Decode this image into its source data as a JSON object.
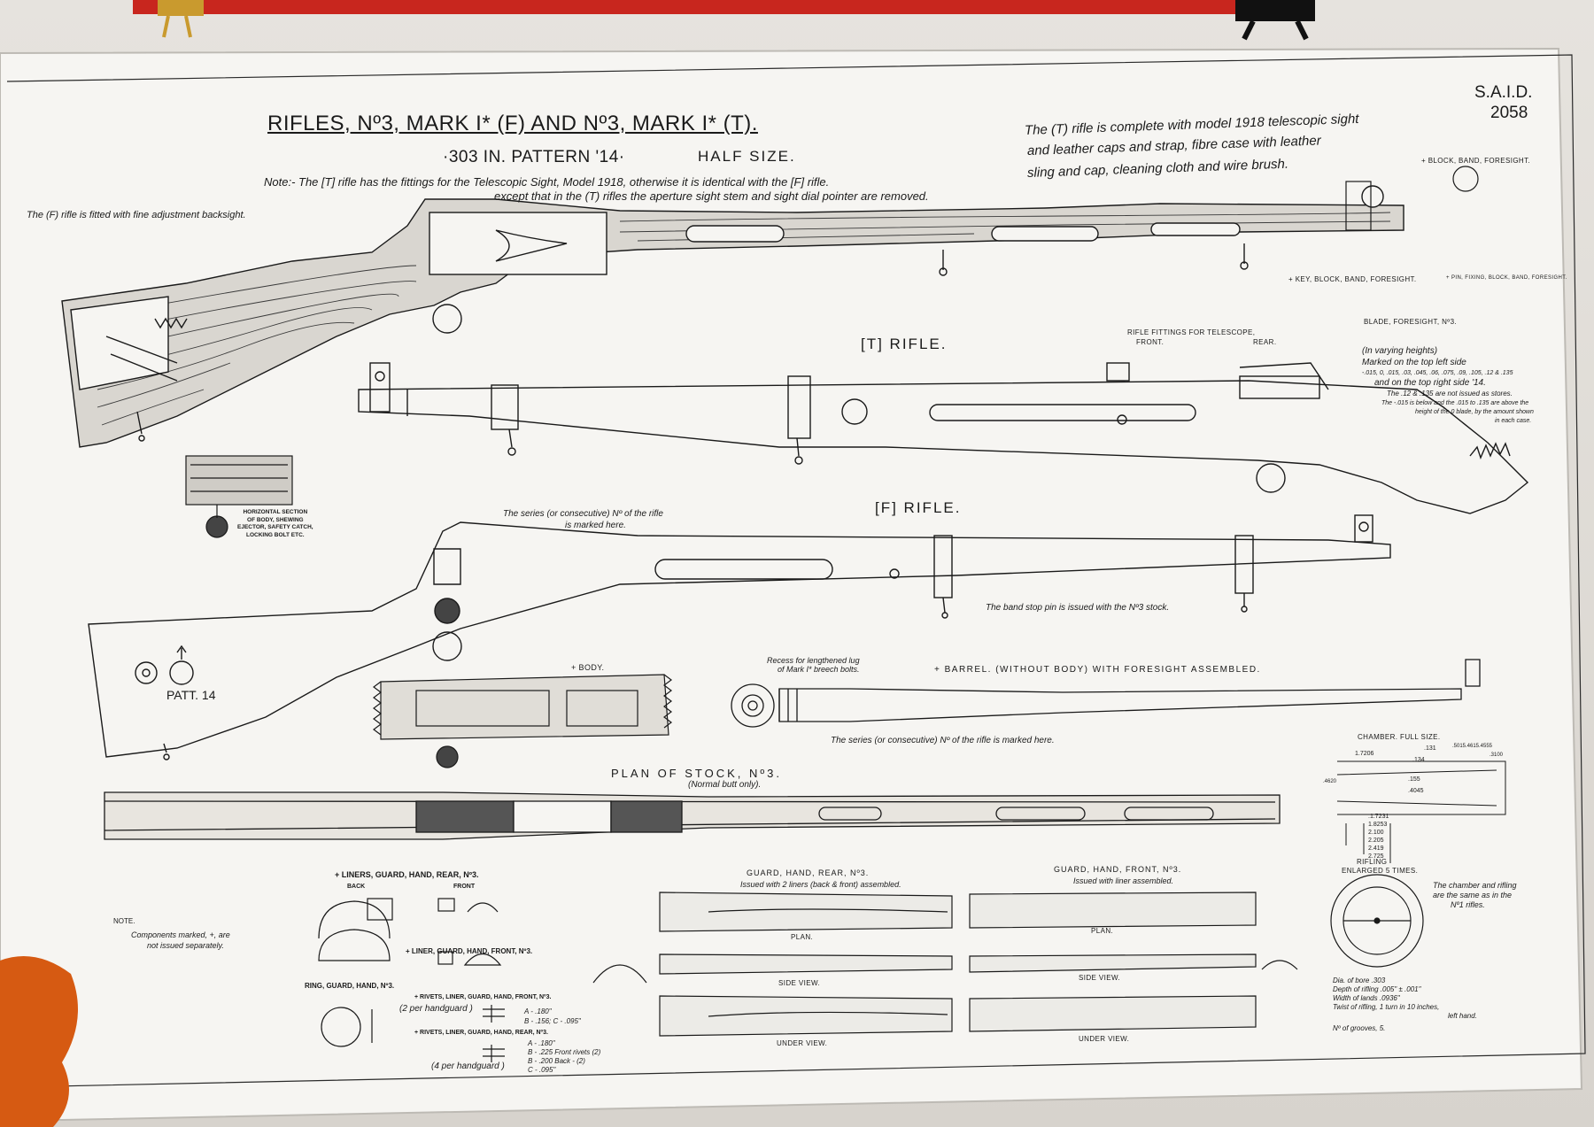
{
  "drawing": {
    "number_prefix": "S.A.I.D.",
    "number": "2058",
    "title": "RIFLES, Nº3, MARK I* (F) AND Nº3, MARK I* (T).",
    "subtitle": "·303 IN. PATTERN '14·",
    "scale": "HALF SIZE.",
    "note_line1": "Note:- The [T] rifle has the fittings for the Telescopic Sight, Model 1918, otherwise it is identical with the [F] rifle.",
    "note_line2": "except that in the (T) rifles the aperture sight stem and sight dial pointer are removed.",
    "t_rifle_desc_line1": "The (T) rifle is complete with model 1918 telescopic sight",
    "t_rifle_desc_line2": "and leather caps and strap, fibre case with leather",
    "t_rifle_desc_line3": "sling and cap, cleaning cloth and wire brush.",
    "f_rifle_note": "The (F) rifle is fitted with fine adjustment backsight."
  },
  "labels": {
    "block_band_foresight": "+ BLOCK, BAND, FORESIGHT.",
    "key_block": "+ KEY, BLOCK, BAND, FORESIGHT.",
    "pin_fixing": "+ PIN, FIXING, BLOCK, BAND, FORESIGHT.",
    "blade_foresight": "BLADE, FORESIGHT, Nº3.",
    "blade_heights": [
      "(In varying heights)",
      "Marked on the top left side",
      "-.015, 0, .015, .03, .045, .06, .075, .09, .105, .12 & .135",
      "and on the top right side '14.",
      "The .12 & .135 are not issued as stores.",
      "The -.015 is below and the .015 to .135 are above the",
      "height of the 0 blade, by the amount shown",
      "in each case."
    ],
    "t_rifle": "[T] RIFLE.",
    "f_rifle": "[F] RIFLE.",
    "fittings_title": "RIFLE FITTINGS FOR TELESCOPE,",
    "fittings_front": "FRONT.",
    "fittings_rear": "REAR.",
    "horizontal_section": [
      "HORIZONTAL SECTION",
      "OF BODY, SHEWING",
      "EJECTOR, SAFETY CATCH,",
      "LOCKING BOLT ETC."
    ],
    "serial_note": [
      "The series (or consecutive) Nº of the rifle",
      "is marked here."
    ],
    "band_stop_note": "The band stop pin is issued with the Nº3 stock.",
    "body": "+ BODY.",
    "recess_note": [
      "Recess for lengthened lug",
      "of Mark I* breech bolts."
    ],
    "barrel": "+ BARREL. (WITHOUT BODY) WITH FORESIGHT ASSEMBLED.",
    "barrel_serial_note": "The series (or consecutive) Nº of the rifle is marked here.",
    "patt": "PATT. 14",
    "plan_of_stock": "PLAN OF STOCK, Nº3.",
    "normal_butt": "(Normal butt only).",
    "chamber": "CHAMBER. FULL SIZE.",
    "chamber_dims": [
      "1.7206",
      ".131",
      ".134",
      ".155",
      ".4045",
      ".1.7231",
      "1.8253",
      "2.100",
      "2.205",
      "2.419",
      "2.725",
      ".5015",
      ".4615",
      ".4555",
      ".3100",
      ".4620"
    ],
    "rifling": "RIFLING",
    "rifling_enlarged": "ENLARGED 5 TIMES.",
    "rifling_note": [
      "The chamber and rifling",
      "are the same as in the",
      "Nº1 rifles."
    ],
    "rifling_specs": [
      "Dia. of bore .303",
      "Depth of rifling .005\" ± .001\"",
      "Width of lands .0936\"",
      "Twist of rifling, 1 turn in 10 inches,",
      "left hand.",
      "Nº of grooves, 5."
    ],
    "liners_rear": "+ LINERS, GUARD, HAND, REAR, Nº3.",
    "back": "BACK",
    "front": "FRONT",
    "note_heading": "NOTE.",
    "components_note": [
      "Components marked, +, are",
      "not issued separately."
    ],
    "liner_front": "+ LINER, GUARD, HAND, FRONT, Nº3.",
    "ring_guard": "RING, GUARD, HAND, Nº3.",
    "rivets_front": "+ RIVETS, LINER, GUARD, HAND, FRONT, Nº3.",
    "per_handguard_2": "(2 per handguard )",
    "rivets_front_dims": [
      "A - .180\"",
      "B - .156; C - .095\""
    ],
    "rivets_rear": "+ RIVETS, LINER, GUARD, HAND, REAR, Nº3.",
    "rivets_rear_dims": [
      "A - .180\"",
      "B - .225 Front rivets (2)",
      "B - .200 Back - (2)",
      "C - .095\""
    ],
    "per_handguard_4": "(4 per handguard )",
    "guard_rear": "GUARD, HAND, REAR, Nº3.",
    "guard_rear_note": "Issued with 2 liners (back & front) assembled.",
    "guard_front": "GUARD, HAND, FRONT, Nº3.",
    "guard_front_note": "Issued with liner assembled.",
    "plan": "PLAN.",
    "side_view": "SIDE VIEW.",
    "under_view": "UNDER VIEW."
  },
  "colors": {
    "paper": "#f6f5f2",
    "ink": "#1a1a1a",
    "red_strip": "#c8261e",
    "wood": "#3a3a3a"
  }
}
